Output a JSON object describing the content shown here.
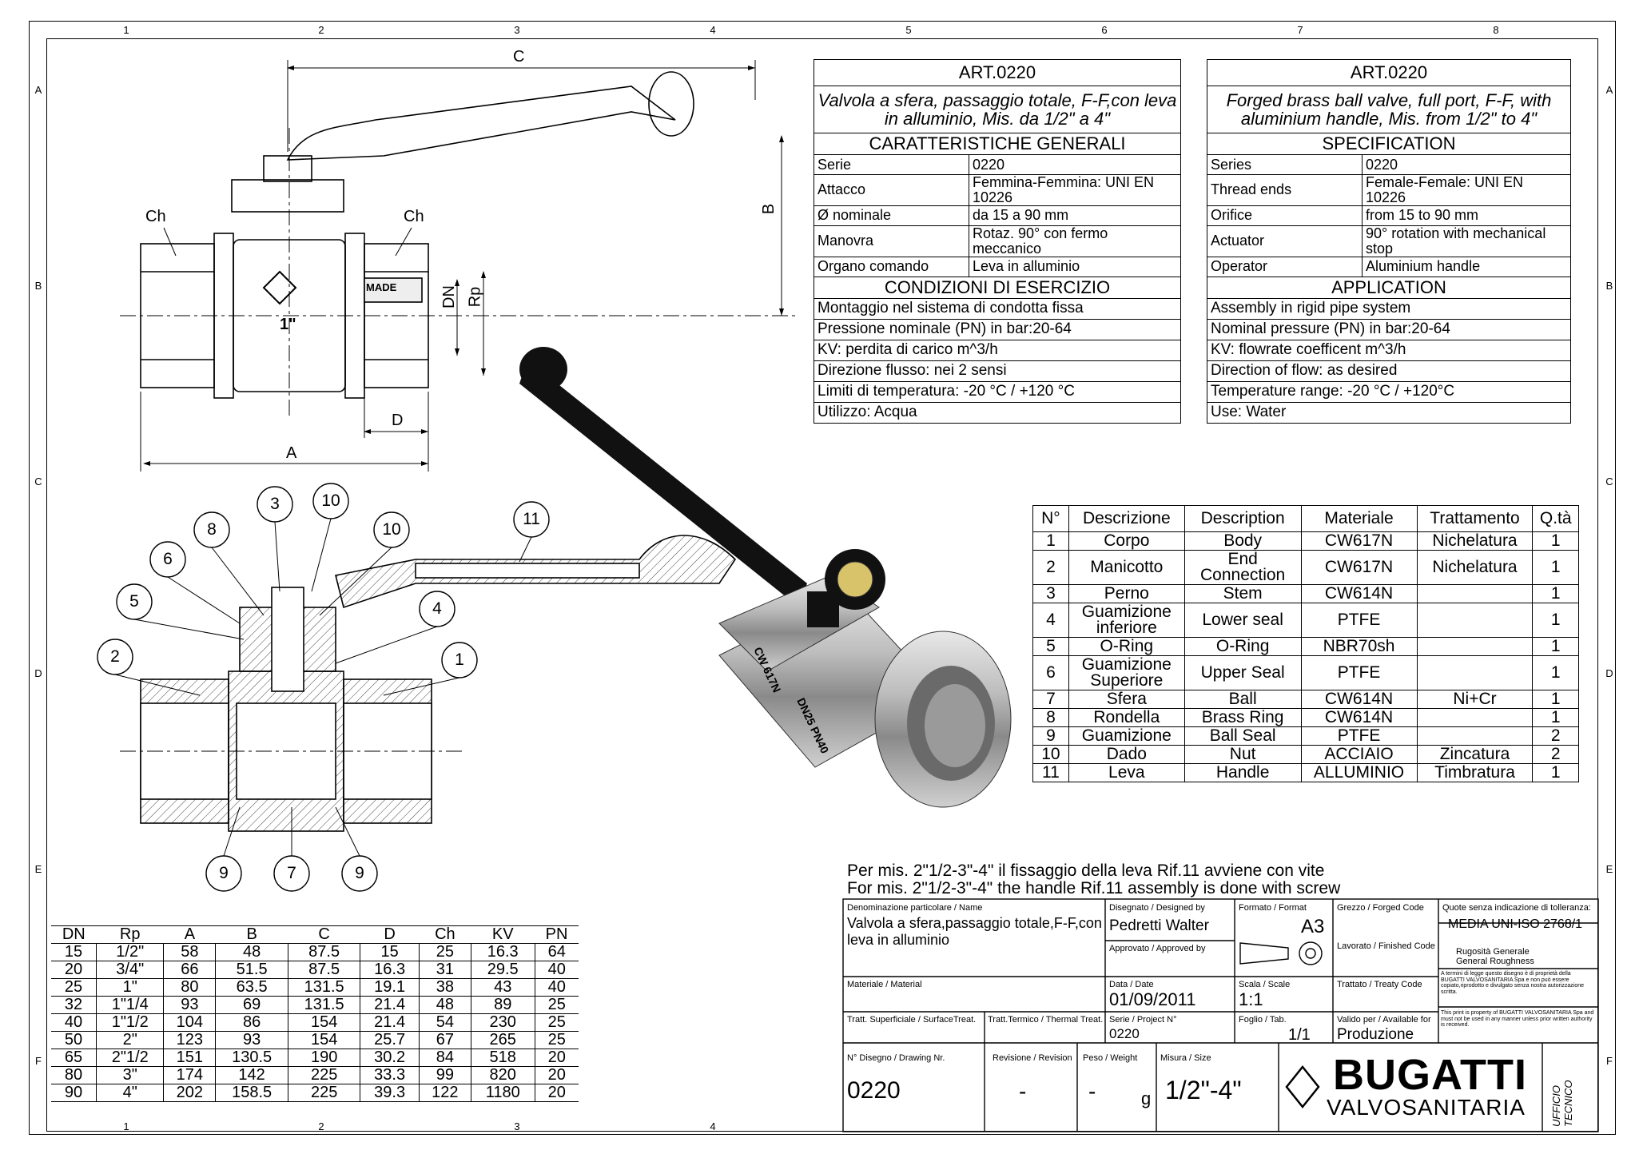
{
  "zones": {
    "top": [
      "1",
      "2",
      "3",
      "4",
      "5",
      "6",
      "7",
      "8"
    ],
    "side": [
      "A",
      "B",
      "C",
      "D",
      "E",
      "F"
    ],
    "bottom": [
      "1",
      "2",
      "3",
      "4"
    ]
  },
  "drawing": {
    "dim_labels": {
      "c": "C",
      "b": "B",
      "a": "A",
      "d": "D",
      "dn": "DN",
      "rp": "Rp",
      "ch_left": "Ch",
      "ch_right": "Ch"
    },
    "size_mark": "1\"",
    "made_mark": "MADE",
    "balloons": [
      "3",
      "10",
      "8",
      "10",
      "6",
      "11",
      "5",
      "4",
      "2",
      "1",
      "9",
      "7",
      "9"
    ],
    "handle_text": "BUGATTI",
    "body_marks": [
      "CW 617N",
      "DN25 PN40"
    ]
  },
  "spec_it": {
    "art": "ART.0220",
    "description": "Valvola a sfera, passaggio totale, F-F,con leva in alluminio, Mis. da 1/2\" a 4\"",
    "general_title": "CARATTERISTICHE GENERALI",
    "rows": [
      [
        "Serie",
        "0220"
      ],
      [
        "Attacco",
        "Femmina-Femmina: UNI EN 10226"
      ],
      [
        "Ø nominale",
        "da 15 a 90 mm"
      ],
      [
        "Manovra",
        "Rotaz. 90° con fermo meccanico"
      ],
      [
        "Organo comando",
        "Leva in alluminio"
      ]
    ],
    "conditions_title": "CONDIZIONI DI ESERCIZIO",
    "conditions": [
      "Montaggio nel sistema di condotta fissa",
      "Pressione nominale (PN) in bar:20-64",
      "KV: perdita di carico m^3/h",
      "Direzione flusso: nei 2 sensi",
      "Limiti di temperatura:  -20 °C / +120 °C",
      "Utilizzo: Acqua"
    ]
  },
  "spec_en": {
    "art": "ART.0220",
    "description": "Forged brass ball valve, full port, F-F, with aluminium handle, Mis. from 1/2\" to 4\"",
    "general_title": "SPECIFICATION",
    "rows": [
      [
        "Series",
        "0220"
      ],
      [
        "Thread ends",
        "Female-Female: UNI EN 10226"
      ],
      [
        "Orifice",
        "from 15 to 90 mm"
      ],
      [
        "Actuator",
        "90° rotation with mechanical stop"
      ],
      [
        "Operator",
        "Aluminium handle"
      ]
    ],
    "conditions_title": "APPLICATION",
    "conditions": [
      "Assembly in rigid pipe system",
      "Nominal pressure (PN) in bar:20-64",
      "KV: flowrate coefficent m^3/h",
      "Direction of flow: as desired",
      "Temperature range: -20 °C  /  +120°C",
      "Use: Water"
    ]
  },
  "parts": {
    "headers": [
      "N°",
      "Descrizione",
      "Description",
      "Materiale",
      "Trattamento",
      "Q.tà"
    ],
    "rows": [
      [
        "1",
        "Corpo",
        "Body",
        "CW617N",
        "Nichelatura",
        "1"
      ],
      [
        "2",
        "Manicotto",
        "End Connection",
        "CW617N",
        "Nichelatura",
        "1"
      ],
      [
        "3",
        "Perno",
        "Stem",
        "CW614N",
        "",
        "1"
      ],
      [
        "4",
        "Guamizione inferiore",
        "Lower seal",
        "PTFE",
        "",
        "1"
      ],
      [
        "5",
        "O-Ring",
        "O-Ring",
        "NBR70sh",
        "",
        "1"
      ],
      [
        "6",
        "Guamizione Superiore",
        "Upper Seal",
        "PTFE",
        "",
        "1"
      ],
      [
        "7",
        "Sfera",
        "Ball",
        "CW614N",
        "Ni+Cr",
        "1"
      ],
      [
        "8",
        "Rondella",
        "Brass Ring",
        "CW614N",
        "",
        "1"
      ],
      [
        "9",
        "Guamizione",
        "Ball Seal",
        "PTFE",
        "",
        "2"
      ],
      [
        "10",
        "Dado",
        "Nut",
        "ACCIAIO",
        "Zincatura",
        "2"
      ],
      [
        "11",
        "Leva",
        "Handle",
        "ALLUMINIO",
        "Timbratura",
        "1"
      ]
    ]
  },
  "dims": {
    "headers": [
      "DN",
      "Rp",
      "A",
      "B",
      "C",
      "D",
      "Ch",
      "KV",
      "PN"
    ],
    "rows": [
      [
        "15",
        "1/2\"",
        "58",
        "48",
        "87.5",
        "15",
        "25",
        "16.3",
        "64"
      ],
      [
        "20",
        "3/4\"",
        "66",
        "51.5",
        "87.5",
        "16.3",
        "31",
        "29.5",
        "40"
      ],
      [
        "25",
        "1\"",
        "80",
        "63.5",
        "131.5",
        "19.1",
        "38",
        "43",
        "40"
      ],
      [
        "32",
        "1\"1/4",
        "93",
        "69",
        "131.5",
        "21.4",
        "48",
        "89",
        "25"
      ],
      [
        "40",
        "1\"1/2",
        "104",
        "86",
        "154",
        "21.4",
        "54",
        "230",
        "25"
      ],
      [
        "50",
        "2\"",
        "123",
        "93",
        "154",
        "25.7",
        "67",
        "265",
        "25"
      ],
      [
        "65",
        "2\"1/2",
        "151",
        "130.5",
        "190",
        "30.2",
        "84",
        "518",
        "20"
      ],
      [
        "80",
        "3\"",
        "174",
        "142",
        "225",
        "33.3",
        "99",
        "820",
        "20"
      ],
      [
        "90",
        "4\"",
        "202",
        "158.5",
        "225",
        "39.3",
        "122",
        "1180",
        "20"
      ]
    ]
  },
  "notes": [
    "Per mis. 2\"1/2-3\"-4\" il fissaggio della leva Rif.11 avviene con vite",
    "For mis. 2\"1/2-3\"-4\" the handle Rif.11 assembly is done with screw"
  ],
  "title_block": {
    "name_label": "Denominazione particolare / Name",
    "name_value": "Valvola a sfera,passaggio totale,F-F,con leva in alluminio",
    "designed_label": "Disegnato / Designed by",
    "designed_value": "Pedretti Walter",
    "approved_label": "Approvato / Approved by",
    "format_label": "Formato / Format",
    "format_value": "A3",
    "forged_label": "Grezzo / Forged Code",
    "finished_label": "Lavorato / Finished Code",
    "tolerance_label": "Quote senza indicazione di tolleranza:",
    "tolerance_value": "MEDIA UNI-ISO 2768/1",
    "roughness_label": "Rugosità Generale General Roughness",
    "material_label": "Materiale / Material",
    "date_label": "Data / Date",
    "date_value": "01/09/2011",
    "scale_label": "Scala / Scale",
    "scale_value": "1:1",
    "treatment_label": "Trattato / Treaty Code",
    "legal_text": "A termini di legge questo disegno è di proprietà della BUGATTI VALVOSANITARIA Spa e non può essere copiato,riprodotto e divulgato senza nostra autorizzazione scritta.",
    "legal_text_en": "This print is property of BUGATTI VALVOSANITARIA Spa and must not be used in any manner unless prior written authority is received.",
    "surface_label": "Tratt. Superficiale / SurfaceTreat.",
    "thermal_label": "Tratt.Termico / Thermal Treat.",
    "project_label": "Serie / Project N°",
    "project_value": "0220",
    "sheet_label": "Foglio / Tab.",
    "sheet_value": "1/1",
    "valid_label": "Valido per / Available for",
    "valid_value": "Produzione",
    "drawing_label": "N° Disegno / Drawing Nr.",
    "drawing_value": "0220",
    "revision_label": "Revisione / Revision",
    "revision_value": "-",
    "weight_label": "Peso / Weight",
    "weight_value": "-",
    "weight_unit": "g",
    "size_label": "Misura / Size",
    "size_value": "1/2\"-4\"",
    "brand": "BUGATTI",
    "brand_sub": "VALVOSANITARIA",
    "office": "UFFICIO TECNICO"
  }
}
